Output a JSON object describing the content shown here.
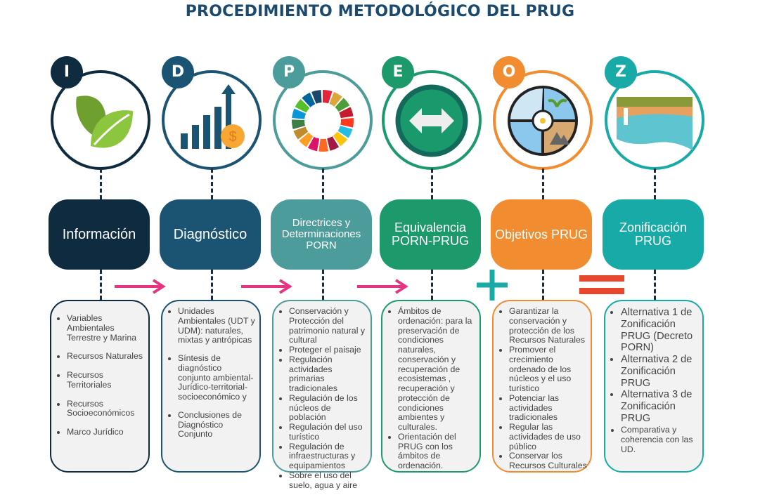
{
  "title": "PROCEDIMIENTO METODOLÓGICO DEL PRUG",
  "columns": [
    {
      "letter": "I",
      "label": "Información",
      "color": "#0e2b3f",
      "icon": "leaves-icon",
      "items": [
        "Variables Ambientales Terrestre y Marina",
        "Recursos Naturales",
        "Recursos Territoriales",
        "Recursos Socioeconómicos",
        "Marco Jurídico"
      ]
    },
    {
      "letter": "D",
      "label": "Diagnóstico",
      "color": "#1b5373",
      "icon": "growth-chart-icon",
      "items": [
        "Unidades Ambientales (UDT y UDM): naturales, mixtas y antrópicas",
        "Síntesis de diagnóstico conjunto ambiental-Jurídico-territorial-socioeconómico y",
        "Conclusiones de Diagnóstico Conjunto"
      ]
    },
    {
      "letter": "P",
      "label": "Directrices y Determinaciones PORN",
      "color": "#4d9c9c",
      "icon": "sdg-wheel-icon",
      "items": [
        "Conservación y Protección del patrimonio natural y cultural",
        "Proteger el paisaje",
        "Regulación actividades primarias tradicionales",
        "Regulación de los núcleos de población",
        "Regulación del uso turístico",
        "Regulación de infraestructuras y equipamientos",
        "Sobre el uso del suelo, agua y aire"
      ]
    },
    {
      "letter": "E",
      "label": "Equivalencia PORN-PRUG",
      "color": "#1d9a6c",
      "icon": "two-way-arrow-icon",
      "items": [
        "Ámbitos de ordenación: para la preservación de condiciones naturales, conservación  y recuperación de ecosistemas , recuperación y protección de condiciones ambientes y culturales.",
        "Orientación del PRUG con los ámbitos de ordenación."
      ]
    },
    {
      "letter": "O",
      "label": "Objetivos PRUG",
      "color": "#f28c31",
      "icon": "ecosystem-icon",
      "items": [
        "Garantizar la conservación y protección de los Recursos Naturales",
        "Promover el crecimiento ordenado de los núcleos y el uso turístico",
        "Potenciar las actividades tradicionales",
        "Regular las actividades de uso público",
        "Conservar los Recursos Culturales"
      ]
    },
    {
      "letter": "Z",
      "label": "Zonificación PRUG",
      "color": "#18aaa6",
      "icon": "waterfall-landscape-icon",
      "items": [
        "Alternativa 1 de Zonificación PRUG (Decreto PORN)",
        "Alternativa 2 de Zonificación PRUG",
        "Alternativa 3 de Zonificación PRUG",
        "Comparativa y coherencia con las UD."
      ]
    }
  ],
  "colors": {
    "arrow": "#e83282",
    "plus": "#1aaaa6",
    "equals": "#e8462e"
  }
}
